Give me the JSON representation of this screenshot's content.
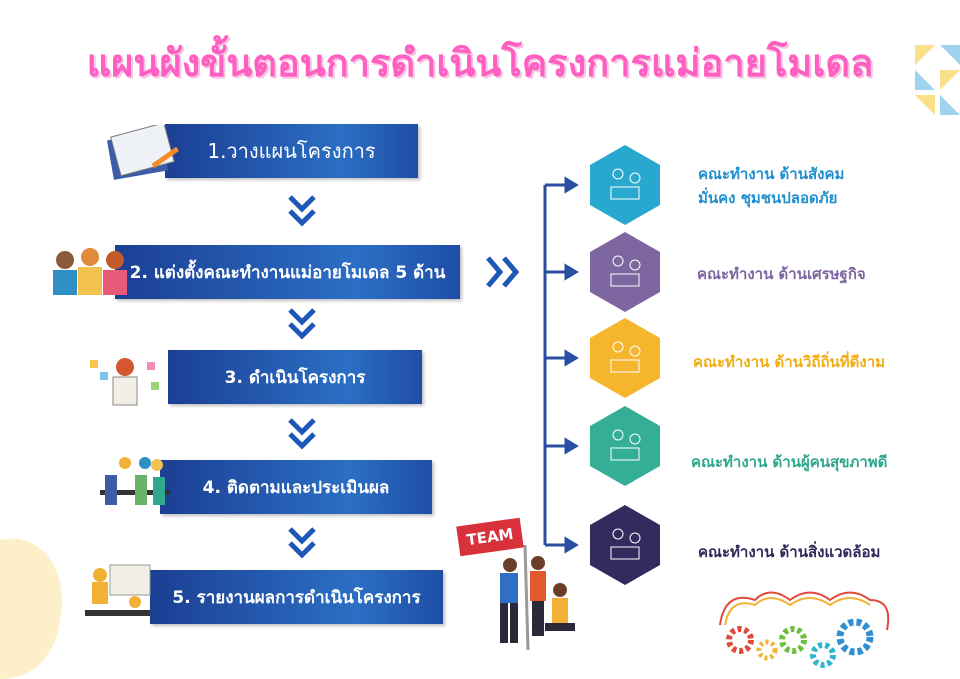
{
  "title": "แผนผังขั้นตอนการดำเนินโครงการแม่อายโมเดล",
  "steps": [
    {
      "label": "1.วางแผนโครงการ"
    },
    {
      "label": "2. แต่งตั้งคณะทำงานแม่อายโมเดล 5 ด้าน"
    },
    {
      "label": "3. ดำเนินโครงการ"
    },
    {
      "label": "4. ติดตามและประเมินผล"
    },
    {
      "label": "5. รายงานผลการดำเนินโครงการ"
    }
  ],
  "teams": [
    {
      "line1": "คณะทำงาน ด้านสังคม",
      "line2": "มั่นคง ชุมชนปลอดภัย",
      "color": "#1f8fd0",
      "hex": "#29a8cf"
    },
    {
      "line1": "คณะทำงาน ด้านเศรษฐกิจ",
      "color": "#7e66a0",
      "hex": "#7e66a0"
    },
    {
      "line1": "คณะทำงาน ด้านวิถีถิ่นที่ดีงาม",
      "color": "#f1ad12",
      "hex": "#f5b52d"
    },
    {
      "line1": "คณะทำงาน ด้านผู้คนสุขภาพดี",
      "color": "#2fa88e",
      "hex": "#35ae96"
    },
    {
      "line1": "คณะทำงาน ด้านสิ่งแวดล้อม",
      "color": "#2e2a58",
      "hex": "#322c5e"
    }
  ],
  "team_sign": "TEAM"
}
